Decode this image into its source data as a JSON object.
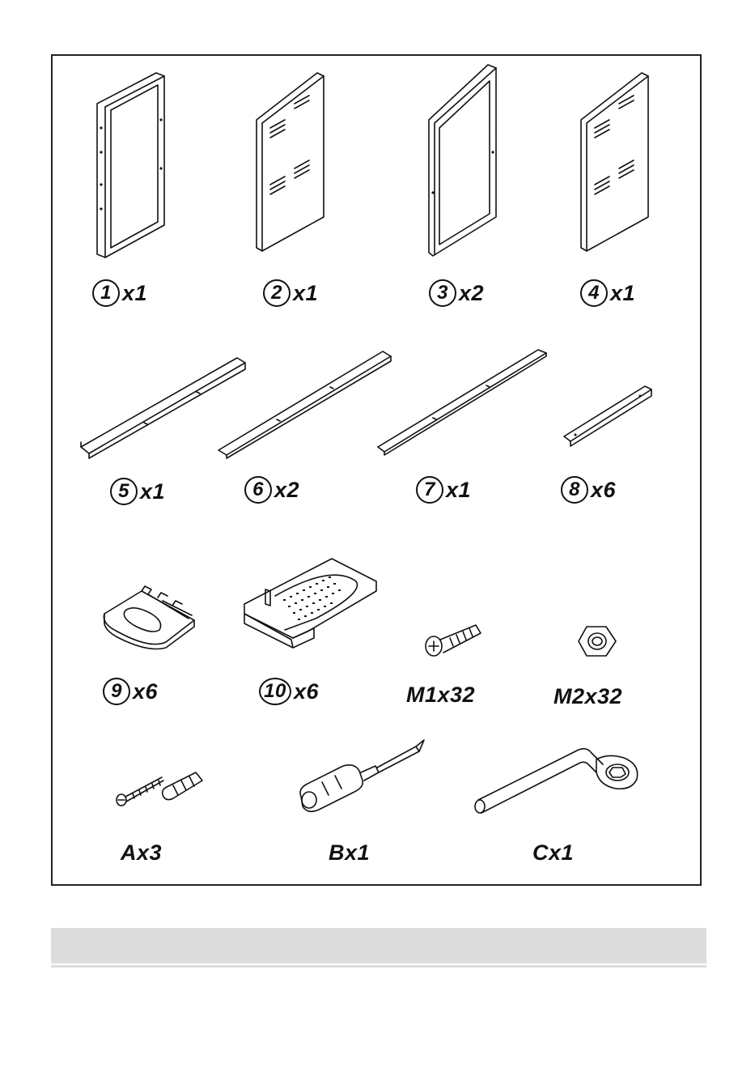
{
  "parts": [
    {
      "id": "1",
      "qty": "x1",
      "icon": "side-panel-frame-icon"
    },
    {
      "id": "2",
      "qty": "x1",
      "icon": "slotted-panel-icon"
    },
    {
      "id": "3",
      "qty": "x2",
      "icon": "angled-frame-icon"
    },
    {
      "id": "4",
      "qty": "x1",
      "icon": "slotted-panel-icon"
    },
    {
      "id": "5",
      "qty": "x1",
      "icon": "long-rail-icon"
    },
    {
      "id": "6",
      "qty": "x2",
      "icon": "long-rail-icon"
    },
    {
      "id": "7",
      "qty": "x1",
      "icon": "flat-rail-icon"
    },
    {
      "id": "8",
      "qty": "x6",
      "icon": "short-bracket-icon"
    },
    {
      "id": "9",
      "qty": "x6",
      "icon": "cradle-icon"
    },
    {
      "id": "10",
      "qty": "x6",
      "icon": "perforated-tray-icon"
    }
  ],
  "hardware": [
    {
      "label": "M1x32",
      "icon": "screw-icon"
    },
    {
      "label": "M2x32",
      "icon": "hex-nut-icon"
    },
    {
      "label": "Ax3",
      "icon": "wall-anchor-screw-icon"
    },
    {
      "label": "Bx1",
      "icon": "screwdriver-icon"
    },
    {
      "label": "Cx1",
      "icon": "socket-wrench-icon"
    }
  ]
}
